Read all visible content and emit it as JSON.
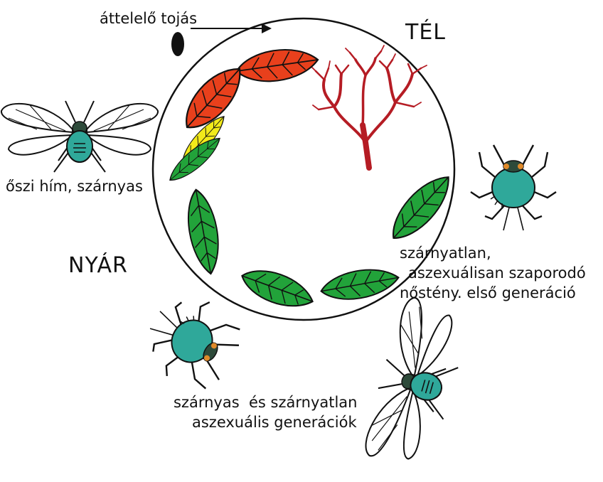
{
  "labels": {
    "egg": "áttelelő tojás",
    "winter": "TÉL",
    "summer": "NYÁR",
    "autumn_male": "őszi hím, szárnyas",
    "female_line1": "szárnyatlan,",
    "female_line2": "aszexuálisan szaporodó",
    "female_line3": "nőstény. első generáció",
    "summer_gen_line1": "szárnyas  és szárnyatlan",
    "summer_gen_line2": "aszexuális generációk"
  },
  "colors": {
    "leaf_green": "#22a33a",
    "leaf_red": "#e8401c",
    "leaf_yellow": "#f2ea1a",
    "tree": "#b51c24",
    "aphid_body": "#2fa89a",
    "outline": "#111111"
  },
  "icons": {
    "egg": "egg-icon",
    "tree": "bare-tree-icon",
    "aphid": "aphid-icon",
    "winged_aphid": "winged-aphid-icon",
    "leaf": "leaf-icon"
  }
}
